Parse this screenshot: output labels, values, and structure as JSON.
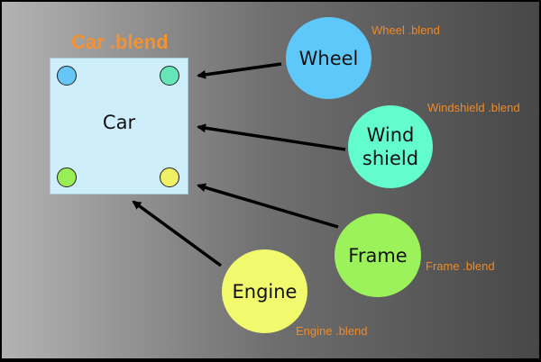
{
  "car": {
    "file_label": "Car .blend",
    "box_label": "Car",
    "slot_colors": [
      "#66c6f5",
      "#66e6b8",
      "#99ee55",
      "#eef066"
    ]
  },
  "components": [
    {
      "name": "Wheel",
      "file_label": "Wheel .blend",
      "color": "#5ec8fb"
    },
    {
      "name": "Wind\nshield",
      "file_label": "Windshield .blend",
      "color": "#63fccd"
    },
    {
      "name": "Frame",
      "file_label": "Frame .blend",
      "color": "#9cf25a"
    },
    {
      "name": "Engine",
      "file_label": "Engine .blend",
      "color": "#f1f96c"
    }
  ]
}
